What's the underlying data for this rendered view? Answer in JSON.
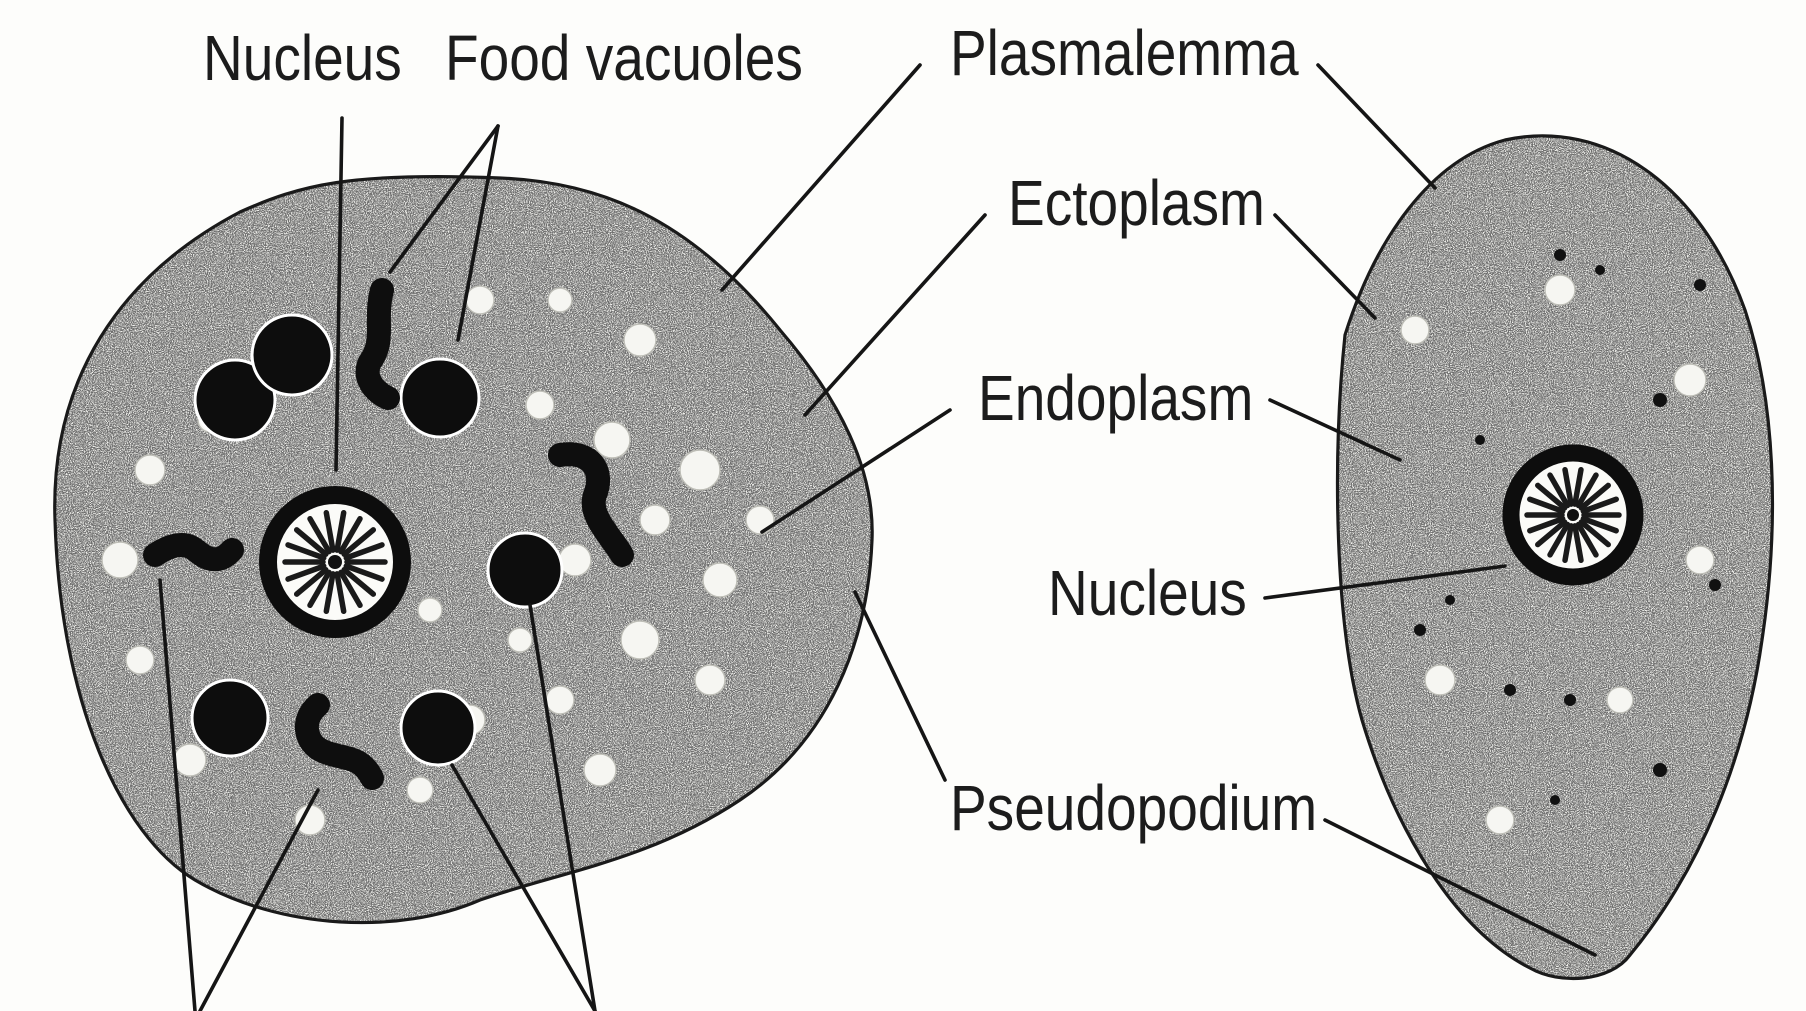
{
  "figure": {
    "left_cell_labels": {
      "nucleus": "Nucleus",
      "food_vacuoles": "Food vacuoles"
    },
    "right_cell_labels": {
      "plasmalemma": "Plasmalemma",
      "ectoplasm": "Ectoplasm",
      "endoplasm": "Endoplasm",
      "nucleus": "Nucleus",
      "pseudopodium": "Pseudopodium"
    }
  },
  "colors": {
    "ink": "#111111",
    "background": "#fdfdfb",
    "cytoplasm_stipple": "#4a4a4a"
  }
}
